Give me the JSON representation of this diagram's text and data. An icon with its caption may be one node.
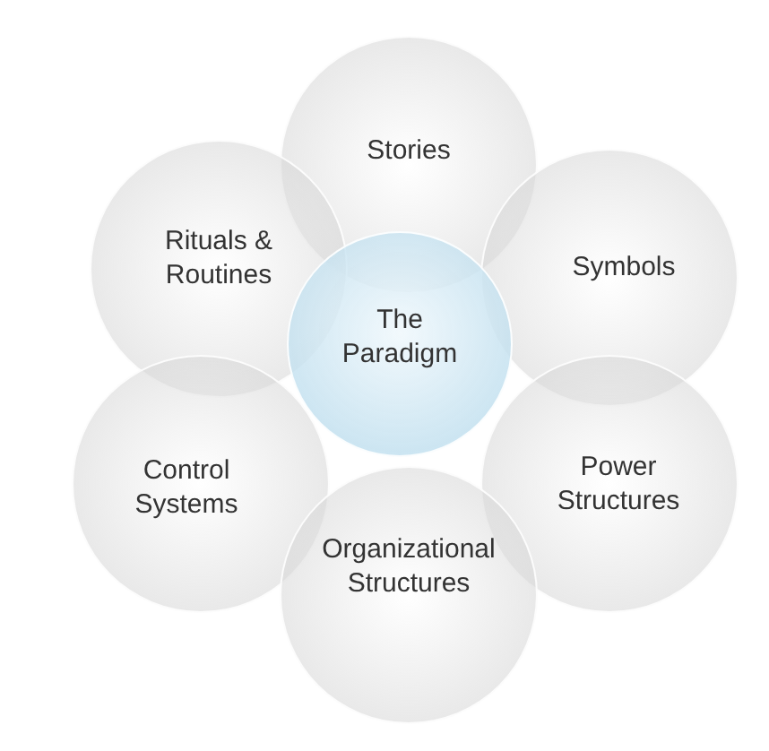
{
  "diagram": {
    "nodes": [
      {
        "text": [
          "Stories"
        ]
      },
      {
        "text": [
          "Rituals & Routines"
        ]
      },
      {
        "text": [
          "Symbols"
        ]
      },
      {
        "text": [
          "The Paradigm"
        ]
      },
      {
        "text": [
          "Control Systems"
        ]
      },
      {
        "text": [
          "Power Structures"
        ]
      },
      {
        "text": [
          "Organizational Structures"
        ]
      }
    ]
  }
}
